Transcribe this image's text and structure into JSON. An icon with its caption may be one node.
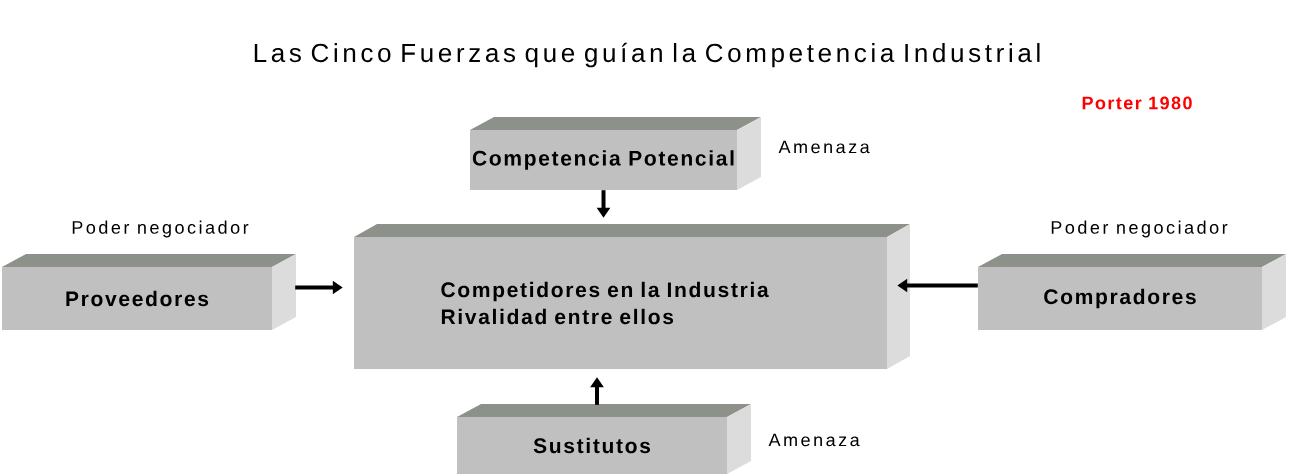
{
  "diagram": {
    "title": "Las Cinco Fuerzas que guían la Competencia Industrial",
    "nodes": [
      {
        "text": [
          "Competencia Potencial"
        ],
        "beside": [
          "Amenaza"
        ]
      },
      {
        "text": [
          "Proveedores"
        ],
        "beside": [
          "Poder negociador"
        ]
      },
      {
        "text": [
          "Competidores en la Industria",
          "Rivalidad entre ellos"
        ]
      },
      {
        "text": [
          "Compradores"
        ],
        "beside": [
          "Poder negociador"
        ]
      },
      {
        "text": [
          "Sustitutos"
        ],
        "beside": [
          "Amenaza"
        ]
      }
    ],
    "edges": [
      {
        "from": 0,
        "to": 2,
        "arrow": "to"
      },
      {
        "from": 1,
        "to": 2,
        "arrow": "to"
      },
      {
        "from": 3,
        "to": 2,
        "arrow": "to"
      },
      {
        "from": 4,
        "to": 2,
        "arrow": "to"
      }
    ],
    "labels": [
      "Porter 1980"
    ]
  }
}
